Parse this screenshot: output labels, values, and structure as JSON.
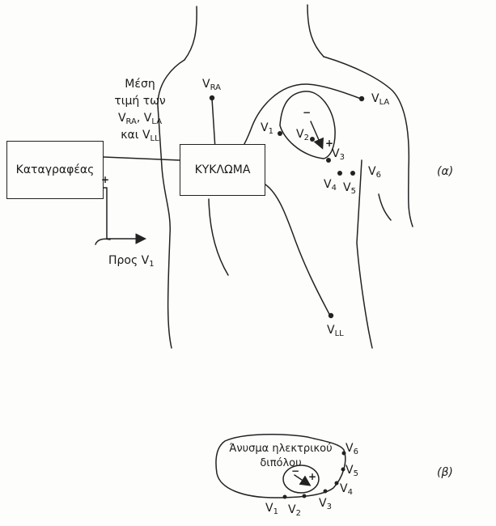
{
  "figure_a": {
    "label": "(α)",
    "recorder_box": "Καταγραφέας",
    "circuit_box": "ΚΥΚΛΩΜΑ",
    "average_text": {
      "line1": "Μέση",
      "line2": "τιμή των",
      "line3_a": "V",
      "line3_a_sub": "RA",
      "line3_sep": ", V",
      "line3_b_sub": "LA",
      "line4_a": "και V",
      "line4_sub": "LL"
    },
    "to_v1": {
      "text": "Προς V",
      "sub": "1"
    },
    "recorder_plus": "+",
    "electrodes": {
      "ra": {
        "text": "V",
        "sub": "RA"
      },
      "la": {
        "text": "V",
        "sub": "LA"
      },
      "ll": {
        "text": "V",
        "sub": "LL"
      },
      "v1": {
        "text": "V",
        "sub": "1"
      },
      "v2": {
        "text": "V",
        "sub": "2"
      },
      "v3": {
        "text": "V",
        "sub": "3"
      },
      "v4": {
        "text": "V",
        "sub": "4"
      },
      "v5": {
        "text": "V",
        "sub": "5"
      },
      "v6": {
        "text": "V",
        "sub": "6"
      }
    },
    "heart_minus": "−",
    "heart_plus": "+"
  },
  "figure_b": {
    "label": "(β)",
    "dipole_text": {
      "line1": "Άνυσμα ηλεκτρικού",
      "line2": "διπόλου"
    },
    "electrodes": {
      "v1": {
        "text": "V",
        "sub": "1"
      },
      "v2": {
        "text": "V",
        "sub": "2"
      },
      "v3": {
        "text": "V",
        "sub": "3"
      },
      "v4": {
        "text": "V",
        "sub": "4"
      },
      "v5": {
        "text": "V",
        "sub": "5"
      },
      "v6": {
        "text": "V",
        "sub": "6"
      }
    },
    "heart_minus": "−",
    "heart_plus": "+"
  }
}
